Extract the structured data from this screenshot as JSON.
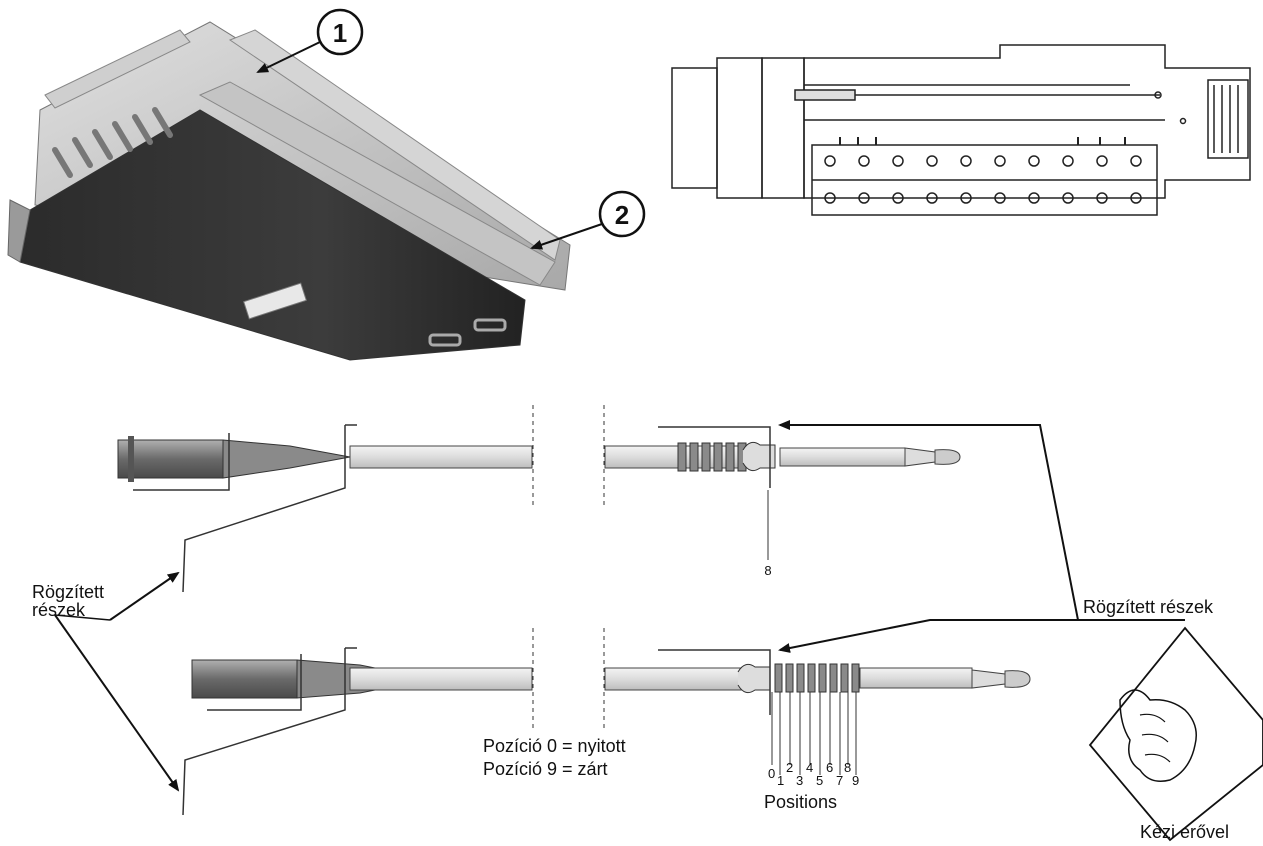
{
  "callouts": {
    "one": "1",
    "two": "2"
  },
  "labels": {
    "fixed_parts_left": [
      "Rögzített",
      "részek"
    ],
    "fixed_parts_right": "Rögzített részek",
    "position_open": "Pozíció 0 = nyitott",
    "position_closed": "Pozíció 9 = zárt",
    "positions": "Positions",
    "manual_force": "Kézi erővel",
    "upper_position": "8"
  },
  "position_marks_top": [
    "0",
    "2",
    "4",
    "6",
    "8"
  ],
  "position_marks_bottom": [
    "1",
    "3",
    "5",
    "7",
    "9"
  ],
  "colors": {
    "unit_dark": "#3a3a3a",
    "unit_light": "#bdbdbd",
    "line": "#111111",
    "rod": "#e6e6e6",
    "grip": "#7a7a7a"
  }
}
